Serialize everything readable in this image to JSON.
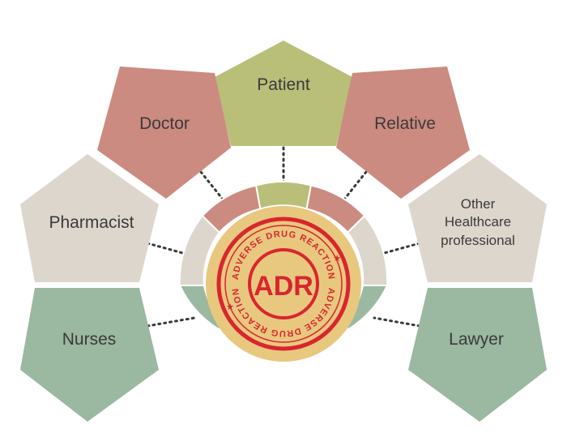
{
  "stakeholders": {
    "patient": "Patient",
    "doctor": "Doctor",
    "relative": "Relative",
    "pharmacist": "Pharmacist",
    "other_line1": "Other",
    "other_line2": "Healthcare",
    "other_line3": "professional",
    "nurses": "Nurses",
    "lawyer": "Lawyer"
  },
  "stamp": {
    "center": "ADR",
    "ring_top": "ADVERSE DRUG REACTION",
    "ring_bottom": "ADVERSE DRUG REACTION"
  },
  "colors": {
    "olive": "#b9bf79",
    "rose": "#cc8b80",
    "beige": "#ddd6cd",
    "sage": "#9bb8a0",
    "pale": "#eeeee6",
    "stamp_fill": "#e8c87f",
    "stamp_red": "#d8262f",
    "text": "#3a3a3a"
  }
}
